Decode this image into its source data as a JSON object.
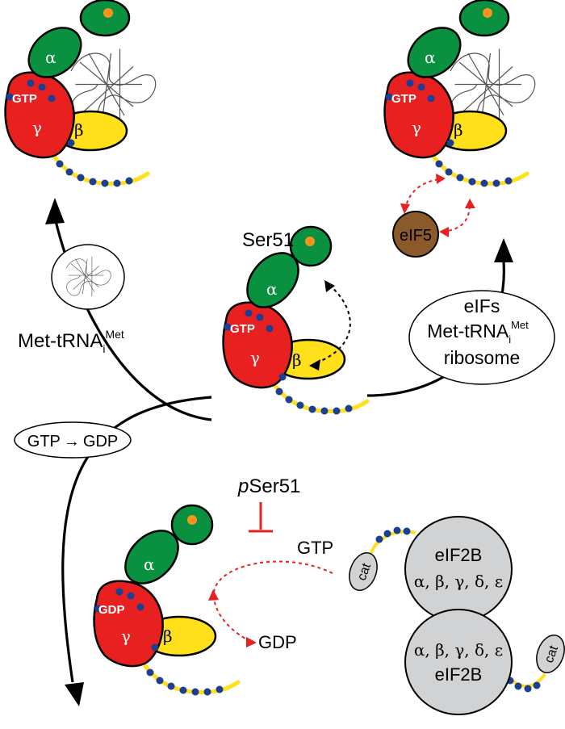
{
  "labels": {
    "ser51": "Ser51",
    "pser51_prefix": "p",
    "pser51_rest": "Ser51",
    "met_trna_main": "Met-tRNA",
    "met_trna_sub": "i",
    "met_trna_sup": "Met",
    "eif5": "eIF5",
    "eifs_line1": "eIFs",
    "eifs_line2_main": "Met-tRNA",
    "eifs_line2_sub": "i",
    "eifs_line2_sup": "Met",
    "eifs_line3": "ribosome",
    "gtp_gdp_left": "GTP",
    "gtp_gdp_arrow": "→",
    "gtp_gdp_right": "GDP",
    "gtp_free": "GTP",
    "gdp_free": "GDP",
    "eif2b_top_name": "eIF2B",
    "eif2b_top_subunits": "α, β, γ, δ, ε",
    "eif2b_bottom_name": "eIF2B",
    "eif2b_bottom_subunits": "α, β, γ, δ, ε",
    "cat": "cat"
  },
  "complexes": [
    {
      "nucleotide": "GTP",
      "alpha": "α",
      "beta": "β",
      "gamma": "γ",
      "has_trna": true
    },
    {
      "nucleotide": "GTP",
      "alpha": "α",
      "beta": "β",
      "gamma": "γ",
      "has_trna": true
    },
    {
      "nucleotide": "GTP",
      "alpha": "α",
      "beta": "β",
      "gamma": "γ",
      "has_trna": false
    },
    {
      "nucleotide": "GDP",
      "alpha": "α",
      "beta": "β",
      "gamma": "γ",
      "has_trna": false
    }
  ],
  "colors": {
    "alpha": "#0a9140",
    "gamma": "#e8201f",
    "beta": "#ffe01a",
    "phospho_site": "#f7941d",
    "beads": "#1c3f94",
    "eif5": "#8b5a2b",
    "eif2b": "#d1d2d4",
    "inhibition": "#e8201f"
  }
}
